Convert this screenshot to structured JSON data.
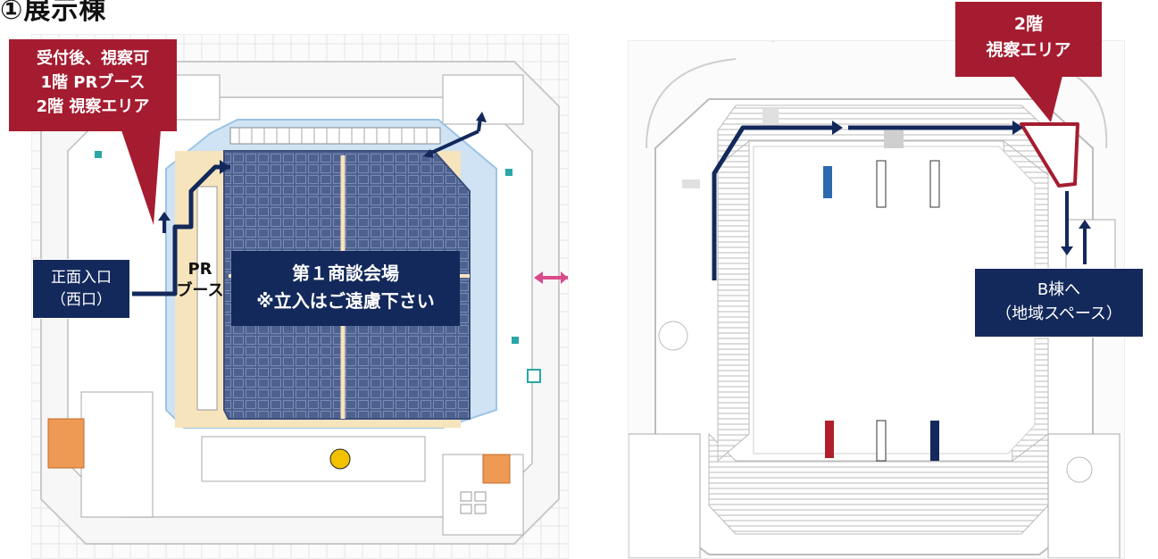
{
  "page_title": "①展示棟",
  "callouts": {
    "reception": {
      "line1": "受付後、視察可",
      "line2": "1階 PRブース",
      "line3": "2階 視察エリア"
    },
    "entrance": {
      "line1": "正面入口",
      "line2": "（西口）"
    },
    "pr_booth": {
      "line1": "PR",
      "line2": "ブース"
    },
    "hall": {
      "line1": "第１商談会場",
      "line2": "※立入はご遠慮下さい"
    },
    "second_floor": {
      "line1": "2階",
      "line2": "視察エリア"
    },
    "b_building": {
      "line1": "B棟へ",
      "line2": "（地域スペース）"
    }
  },
  "colors": {
    "callout_red": "#a51c30",
    "callout_navy": "#13295b",
    "route_arrow": "#13295b",
    "hall_fill": "#4a5f8a",
    "hall_border": "#b9d7ef",
    "booth_area": "#f5e2b8",
    "exit_arrow": "#d94a8a"
  }
}
